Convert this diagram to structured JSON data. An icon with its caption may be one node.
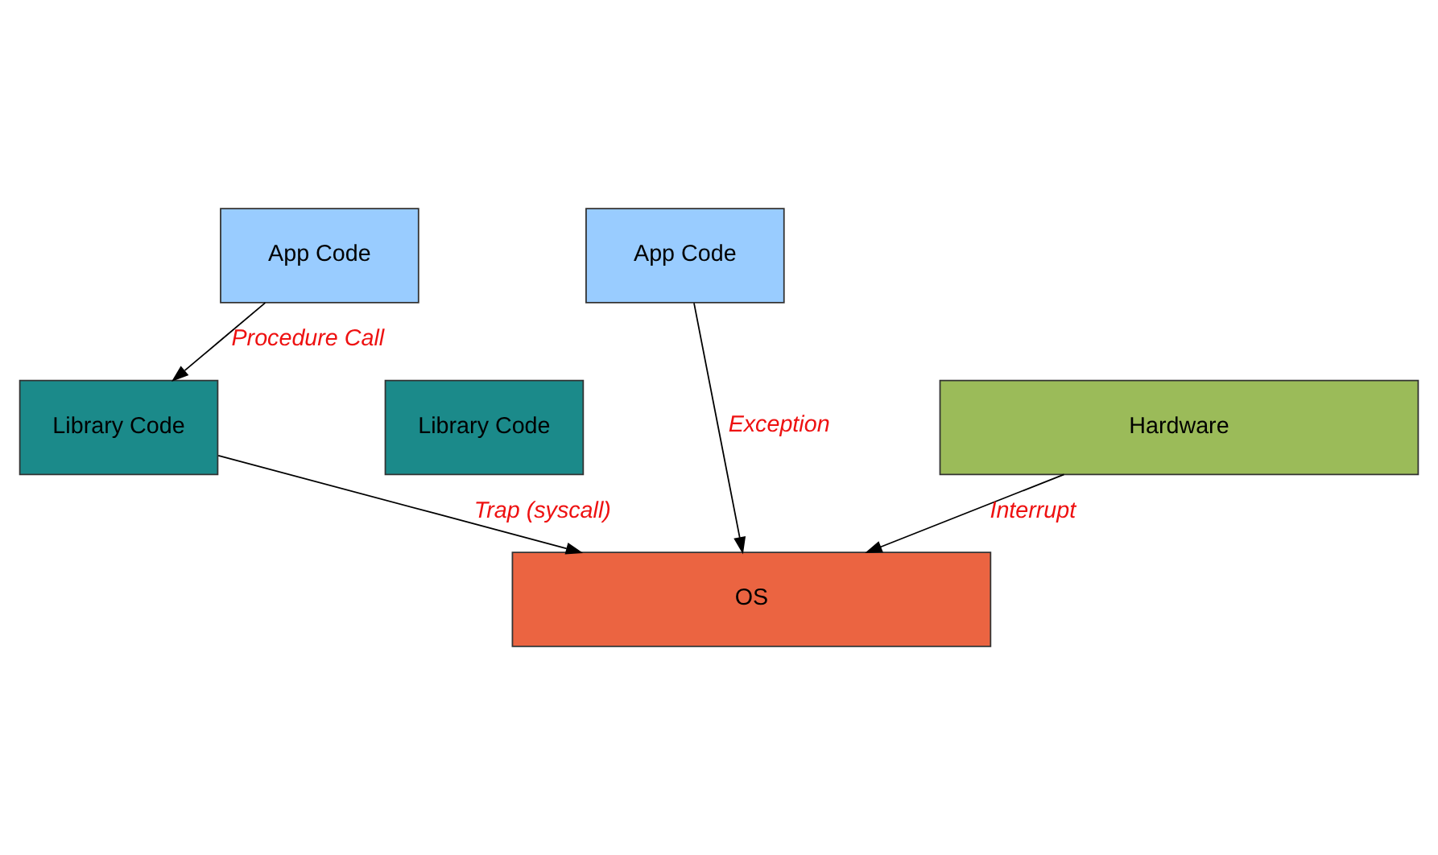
{
  "diagram": {
    "nodes": [
      {
        "text": [
          "App Code"
        ]
      },
      {
        "text": [
          "Library Code"
        ]
      },
      {
        "text": [
          "App Code"
        ]
      },
      {
        "text": [
          "Library Code"
        ]
      },
      {
        "text": [
          "OS"
        ]
      },
      {
        "text": [
          "Hardware"
        ]
      }
    ],
    "edges": [
      {
        "from": 0,
        "to": 1,
        "arrow": "to",
        "label": "Procedure Call"
      },
      {
        "from": 1,
        "to": 4,
        "arrow": "to",
        "label": "Trap (syscall)"
      },
      {
        "from": 5,
        "to": 4,
        "arrow": "to",
        "label": "Interrupt"
      },
      {
        "from": 2,
        "to": 4,
        "arrow": "to",
        "label": "Exception"
      }
    ]
  }
}
